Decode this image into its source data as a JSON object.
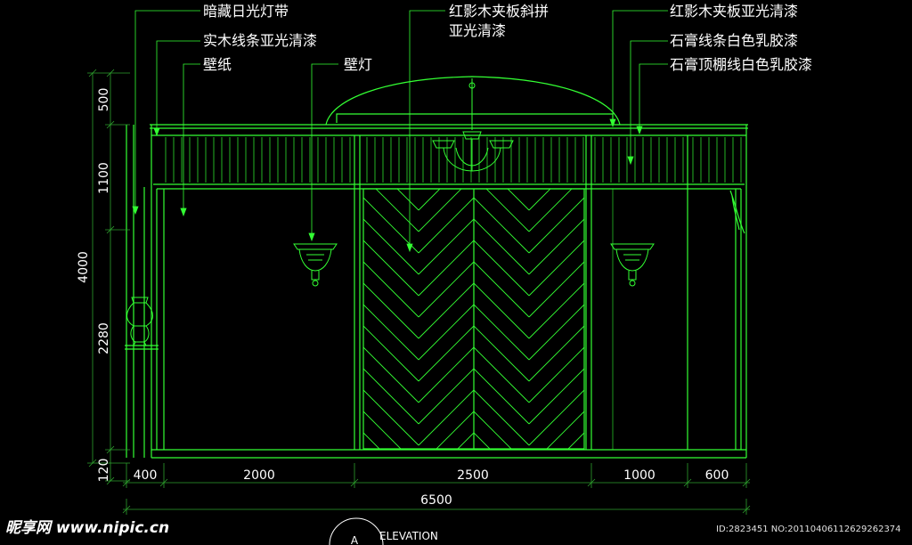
{
  "annotations": {
    "hidden_light_strip": "暗藏日光灯带",
    "wood_trim": "实木线条亚光清漆",
    "wallpaper": "壁纸",
    "wall_lamp": "壁灯",
    "red_panel_herringbone_l1": "红影木夹板斜拼",
    "red_panel_herringbone_l2": "亚光清漆",
    "red_panel_matte": "红影木夹板亚光清漆",
    "gypsum_trim": "石膏线条白色乳胶漆",
    "gypsum_ceiling_trim": "石膏顶棚线白色乳胶漆"
  },
  "dimensions": {
    "vertical": [
      "500",
      "1100",
      "4000",
      "2280",
      "120"
    ],
    "horizontal": [
      "400",
      "2000",
      "2500",
      "1000",
      "600"
    ],
    "total": "6500"
  },
  "footer": {
    "watermark": "昵享网 www.nipic.cn",
    "image_id": "ID:2823451 NO:20110406112629262374",
    "drawing_title": "ELEVATION",
    "section_mark": "A"
  },
  "colors": {
    "background": "#000000",
    "linework": "#33ff33",
    "dim_lines": "#2ea02e",
    "text": "#ffffff"
  }
}
